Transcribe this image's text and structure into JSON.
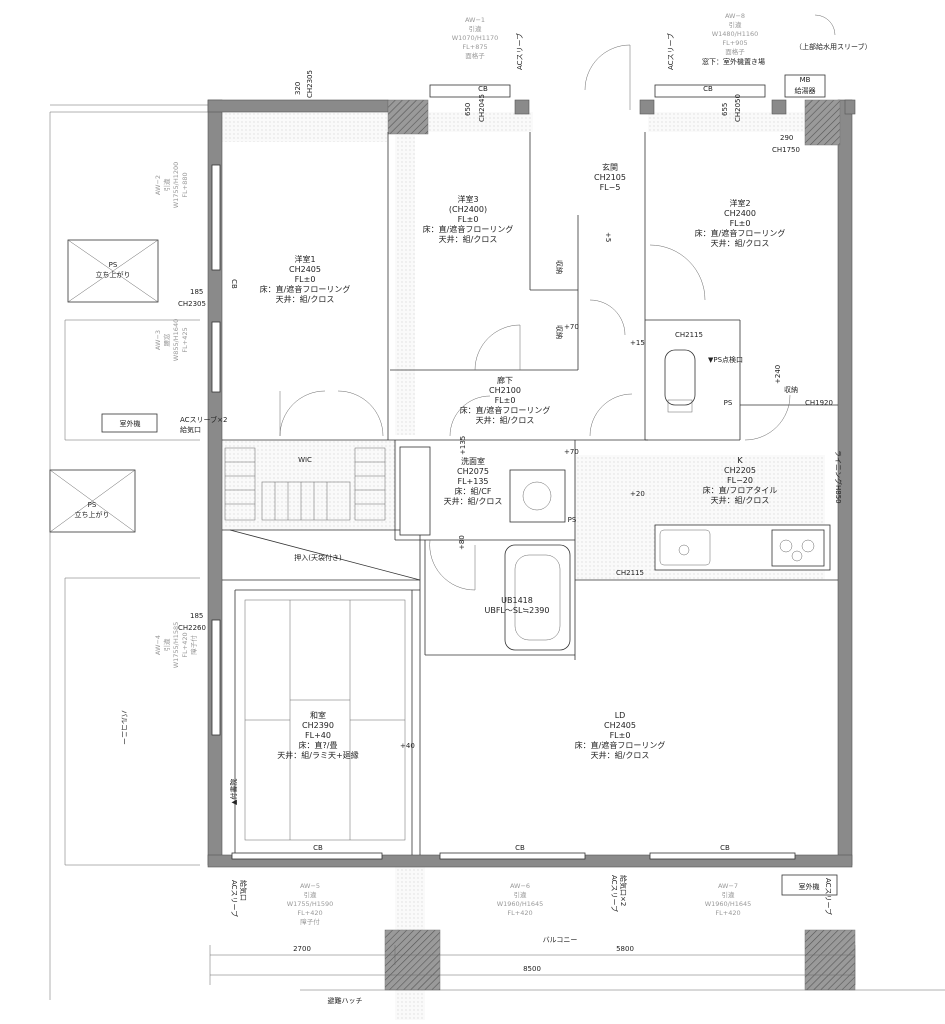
{
  "rooms": {
    "yoshitsu1": [
      "洋室1",
      "CH2405",
      "FL±0",
      "床：直/遮音フローリング",
      "天井：組/クロス"
    ],
    "yoshitsu3": [
      "洋室3",
      "(CH2400)",
      "FL±0",
      "床：直/遮音フローリング",
      "天井：組/クロス"
    ],
    "genkan": [
      "玄関",
      "CH2105",
      "FL−5"
    ],
    "yoshitsu2": [
      "洋室2",
      "CH2400",
      "FL±0",
      "床：直/遮音フローリング",
      "天井：組/クロス"
    ],
    "roka": [
      "廊下",
      "CH2100",
      "FL±0",
      "床：直/遮音フローリング",
      "天井：組/クロス"
    ],
    "senmen": [
      "洗面室",
      "CH2075",
      "FL+135",
      "床：組/CF",
      "天井：組/クロス"
    ],
    "kitchen": [
      "K",
      "CH2205",
      "FL−20",
      "床：直/フロアタイル",
      "天井：組/クロス"
    ],
    "ub": [
      "UB1418",
      "UBFL～SL≒2390"
    ],
    "washitsu": [
      "和室",
      "CH2390",
      "FL+40",
      "床：直?/畳",
      "天井：組/ラミ天+廻縁"
    ],
    "ld": [
      "LD",
      "CH2405",
      "FL±0",
      "床：直/遮音フローリング",
      "天井：組/クロス"
    ]
  },
  "windows": {
    "aw1": [
      "AW−1",
      "引違",
      "W1070/H1170",
      "FL+875",
      "面格子"
    ],
    "aw8": [
      "AW−8",
      "引違",
      "W1480/H1160",
      "FL+905",
      "面格子"
    ],
    "aw2": [
      "AW−2",
      "引違",
      "W1755/H1200",
      "FL+880"
    ],
    "aw3": [
      "AW−3",
      "腰窓",
      "W855/H1640",
      "FL+425"
    ],
    "aw4": [
      "AW−4",
      "引違",
      "W1755/H1585",
      "FL+420",
      "障子付"
    ],
    "aw5": [
      "AW−5",
      "引違",
      "W1755/H1590",
      "FL+420",
      "障子付"
    ],
    "aw6": [
      "AW−6",
      "引違",
      "W1960/H1645",
      "FL+420"
    ],
    "aw7": [
      "AW−7",
      "引違",
      "W1960/H1645",
      "FL+420"
    ]
  },
  "labels": {
    "ac_sleeve": "ACスリーブ",
    "ac_sleeve_top_right": "ACスリーブ",
    "upper_water_sleeve": "（上部給水用スリーブ）",
    "outdoor_unit_note": "窓下：室外機置き場",
    "mb": "MB",
    "water_heater": "給湯器",
    "ps_top": [
      "PS",
      "立ち上がり"
    ],
    "ps_bottom": [
      "PS",
      "立ち上がり"
    ],
    "outdoor_unit_left": "室外機",
    "ac_sleeve_x2": [
      "ACスリーブ×2",
      "給気口"
    ],
    "wic": "WIC",
    "oshiire": "押入(天袋付き)",
    "shuno": "収納",
    "shuno2": "収納",
    "ps": "PS",
    "ps2": "PS",
    "ps_inspection": "▼PS点検口",
    "lining": "ライニングH850",
    "tsukeshoin": "▲付書院",
    "balcony_left": "バルコニー",
    "balcony_bottom": "バルコニー",
    "outdoor_unit_right": "室外機",
    "ac_bottom_left": [
      "ACスリーブ",
      "給気口"
    ],
    "ac_bottom_mid": [
      "ACスリーブ",
      "給気口×2"
    ],
    "ac_bottom_right": "ACスリーブ",
    "evac_hatch": "避難ハッチ",
    "cb": "CB",
    "ch2305": "CH2305",
    "ch2045": "CH2045",
    "ch2050": "CH2050",
    "ch1750": "CH1750",
    "ch2115_a": "CH2115",
    "ch2115_b": "CH2115",
    "ch1920": "CH1920",
    "ch2305_b": "CH2305",
    "ch2260": "CH2260",
    "plus70_a": "+70",
    "plus70_b": "+70",
    "plus15": "+15",
    "plus240": "+240",
    "plus135": "+135",
    "plus20": "+20",
    "plus80": "+80",
    "plus40": "+40",
    "plus5": "+5"
  },
  "dimensions": {
    "d320": "320",
    "d650": "650",
    "d655": "655",
    "d290": "290",
    "d185a": "185",
    "d185b": "185",
    "d2700": "2700",
    "d5800": "5800",
    "d8500": "8500"
  }
}
